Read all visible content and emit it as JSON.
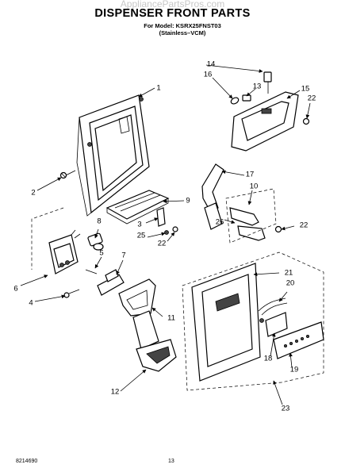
{
  "watermark": "AppliancePartsPros.com",
  "title": "DISPENSER FRONT PARTS",
  "model_line": "For Model: KSRX25FNST03",
  "variant_line": "(Stainless–VCM)",
  "doc_number": "8214690",
  "page_number": "13",
  "part_labels": {
    "p1": "1",
    "p2": "2",
    "p3": "3",
    "p4": "4",
    "p5": "5",
    "p6": "6",
    "p7": "7",
    "p8": "8",
    "p9": "9",
    "p10": "10",
    "p11": "11",
    "p12": "12",
    "p13": "13",
    "p14": "14",
    "p15": "15",
    "p16": "16",
    "p17": "17",
    "p18": "18",
    "p19": "19",
    "p20": "20",
    "p21": "21",
    "p22a": "22",
    "p22b": "22",
    "p22c": "22",
    "p23": "23",
    "p25": "25",
    "p26": "26"
  }
}
